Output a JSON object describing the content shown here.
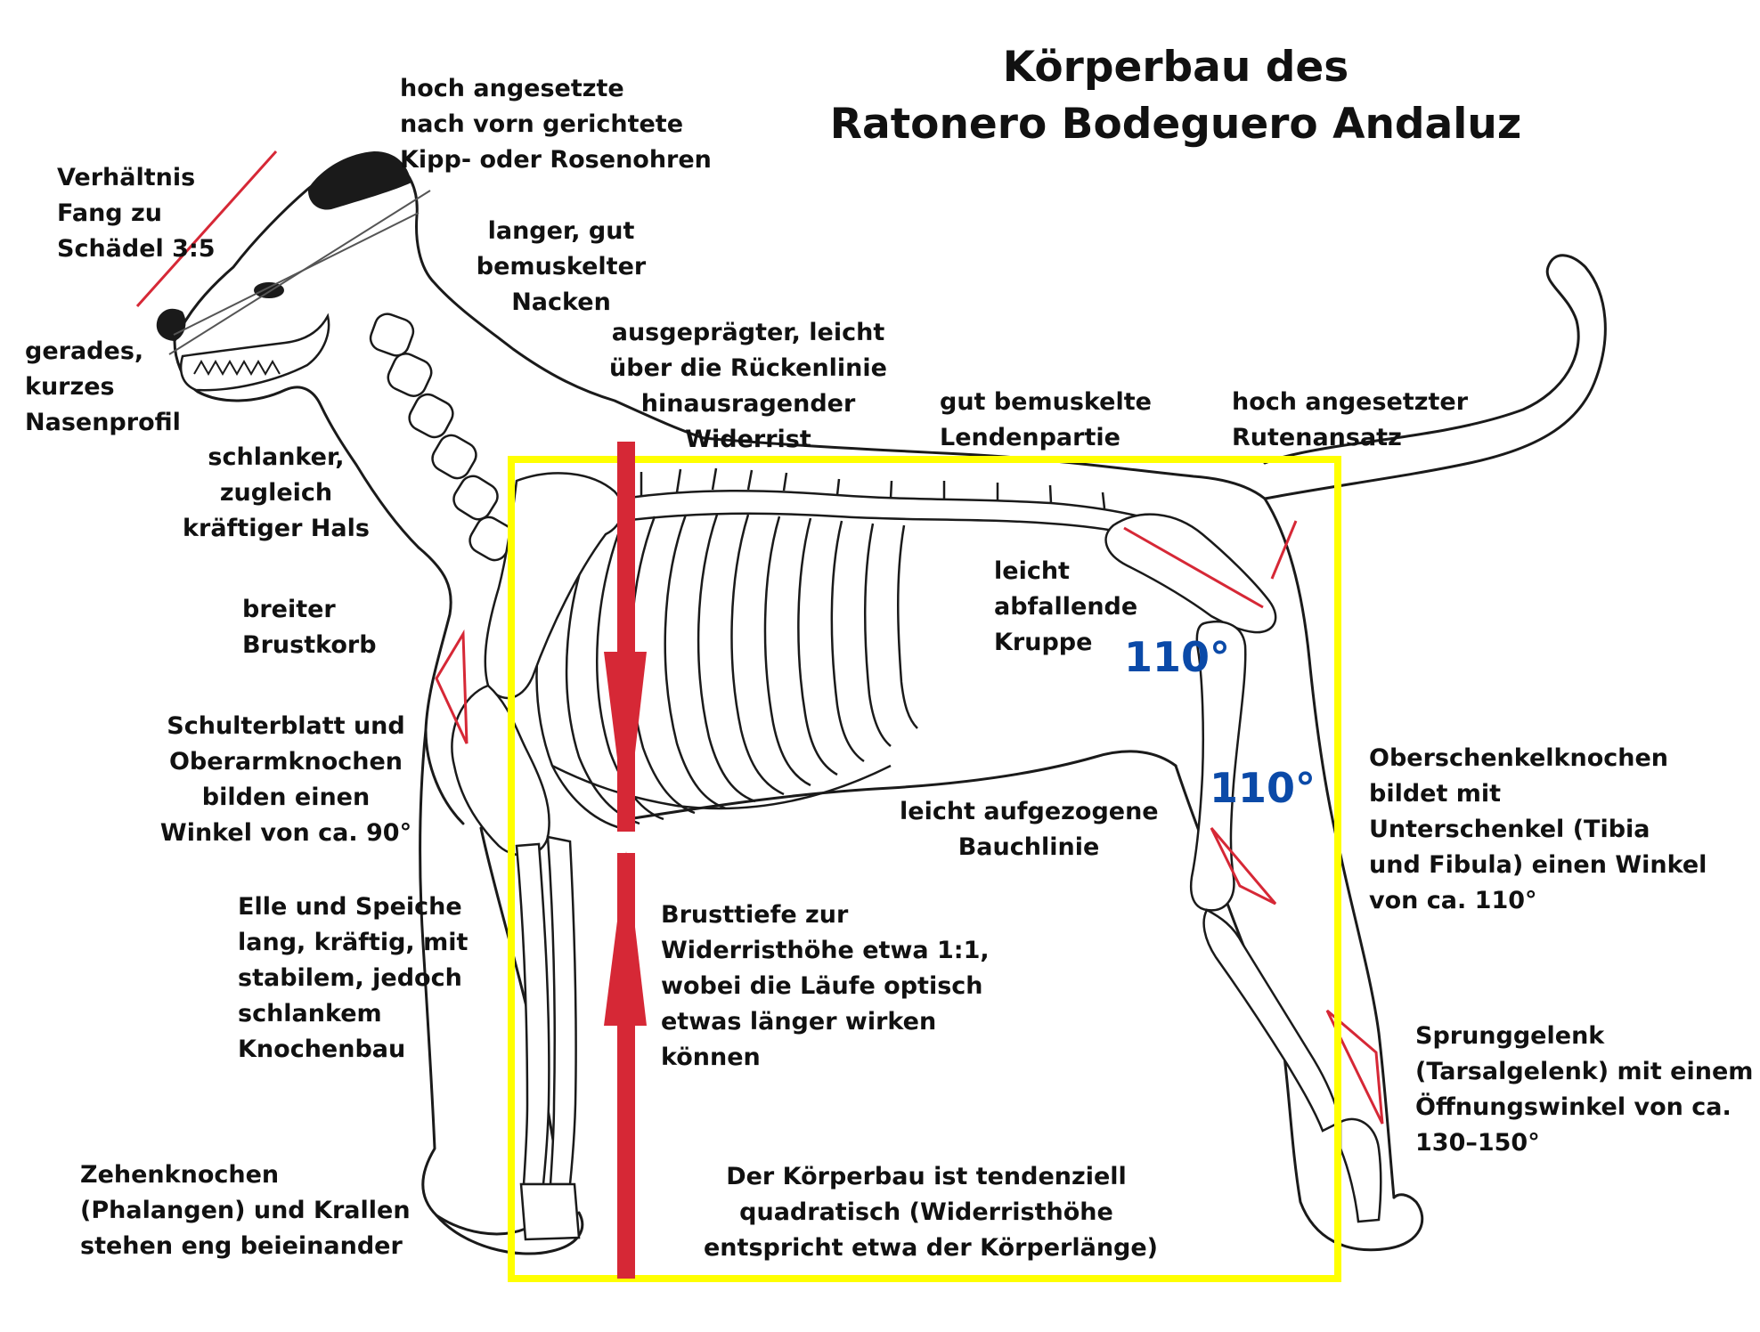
{
  "title": {
    "line1": "Körperbau des",
    "line2": "Ratonero Bodeguero Andaluz"
  },
  "labels": {
    "muzzle_ratio": [
      "Verhältnis",
      "Fang zu",
      "Schädel 3:5"
    ],
    "ears": [
      "hoch angesetzte",
      "nach vorn gerichtete",
      "Kipp- oder Rosenohren"
    ],
    "neck_muscle": [
      "langer, gut",
      "bemuskelter",
      "Nacken"
    ],
    "withers": [
      "ausgeprägter, leicht",
      "über die Rückenlinie",
      "hinausragender",
      "Widerrist"
    ],
    "loin": [
      "gut bemuskelte",
      "Lendenpartie"
    ],
    "tail_set": [
      "hoch angesetzter",
      "Rutenansatz"
    ],
    "nose_profile": [
      "gerades,",
      "kurzes",
      "Nasenprofil"
    ],
    "neck": [
      "schlanker,",
      "zugleich",
      "kräftiger Hals"
    ],
    "croup": [
      "leicht",
      "abfallende",
      "Kruppe"
    ],
    "chest": [
      "breiter",
      "Brustkorb"
    ],
    "shoulder": [
      "Schulterblatt und",
      "Oberarmknochen",
      "bilden einen",
      "Winkel von ca. 90°"
    ],
    "femur": [
      "Oberschenkelknochen",
      "bildet mit",
      "Unterschenkel (Tibia",
      "und Fibula) einen Winkel",
      "von ca. 110°"
    ],
    "belly": [
      "leicht aufgezogene",
      "Bauchlinie"
    ],
    "forearm": [
      "Elle  und Speiche",
      "lang, kräftig, mit",
      "stabilem, jedoch",
      "schlankem",
      "Knochenbau"
    ],
    "chest_depth": [
      "Brusttiefe zur",
      "Widerristhöhe etwa 1:1,",
      "wobei die Läufe optisch",
      "etwas länger wirken",
      "können"
    ],
    "hock": [
      "Sprunggelenk",
      "(Tarsalgelenk) mit einem",
      "Öffnungswinkel von ca.",
      "130–150°"
    ],
    "toes": [
      "Zehenknochen",
      "(Phalangen) und Krallen",
      "stehen eng beieinander"
    ],
    "square_body": [
      "Der Körperbau ist tendenziell",
      "quadratisch (Widerristhöhe",
      "entspricht etwa der Körperlänge)"
    ]
  },
  "angles": {
    "hip": "110°",
    "stifle": "110°"
  },
  "colors": {
    "outline": "#1a1a1a",
    "bone_fill": "#ffffff",
    "accent_red": "#d62836",
    "frame_yellow": "#ffff00",
    "angle_blue": "#0b4aa8",
    "guide_gray": "#555555"
  }
}
